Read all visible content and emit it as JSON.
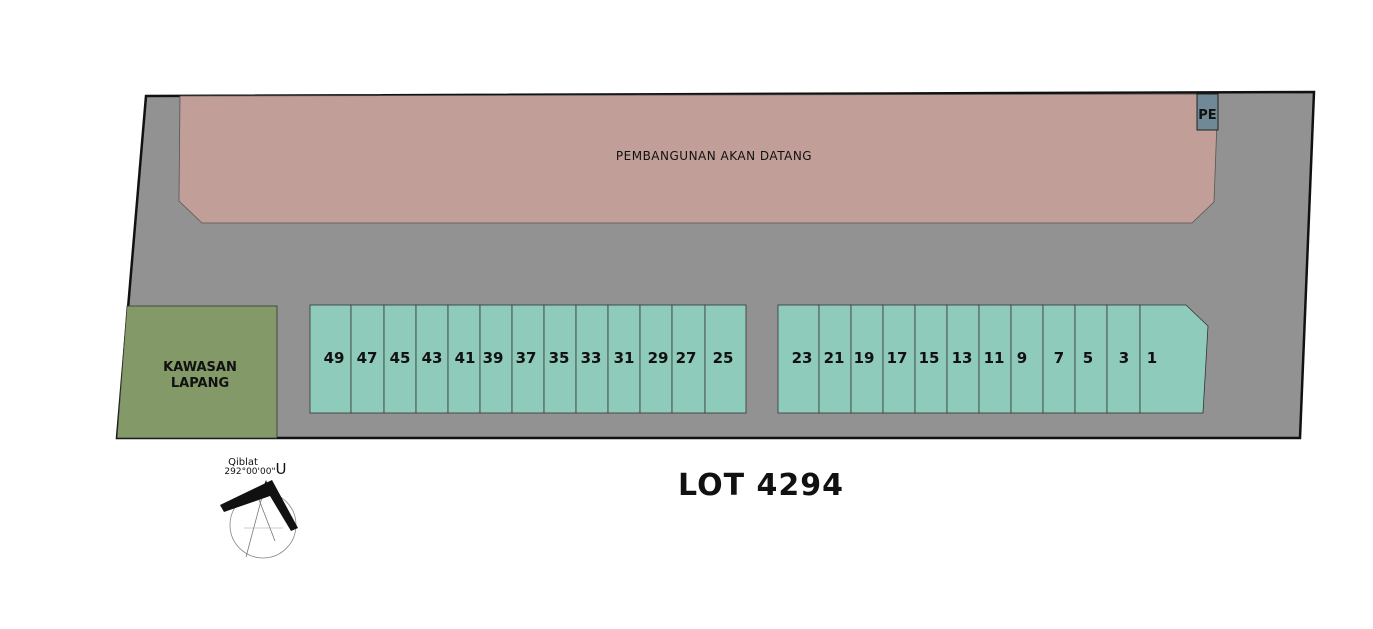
{
  "plan": {
    "title": "LOT 4294",
    "future_development": "PEMBANGUNAN AKAN DATANG",
    "substation": "PE",
    "open_space": [
      "KAWASAN",
      "LAPANG"
    ],
    "qiblat_label": "Qiblat",
    "qiblat_bearing": "292°00'00\"",
    "north_label": "U",
    "left_row_lots": [
      "49",
      "47",
      "45",
      "43",
      "41",
      "39",
      "37",
      "35",
      "33",
      "31",
      "29",
      "27",
      "25"
    ],
    "right_row_lots": [
      "23",
      "21",
      "19",
      "17",
      "15",
      "13",
      "11",
      "9",
      "7",
      "5",
      "3",
      "1"
    ]
  },
  "colors": {
    "road": "#929292",
    "future": "#c19e98",
    "open_space": "#839968",
    "lot": "#8fcbbb",
    "substation": "#6f8a96"
  }
}
